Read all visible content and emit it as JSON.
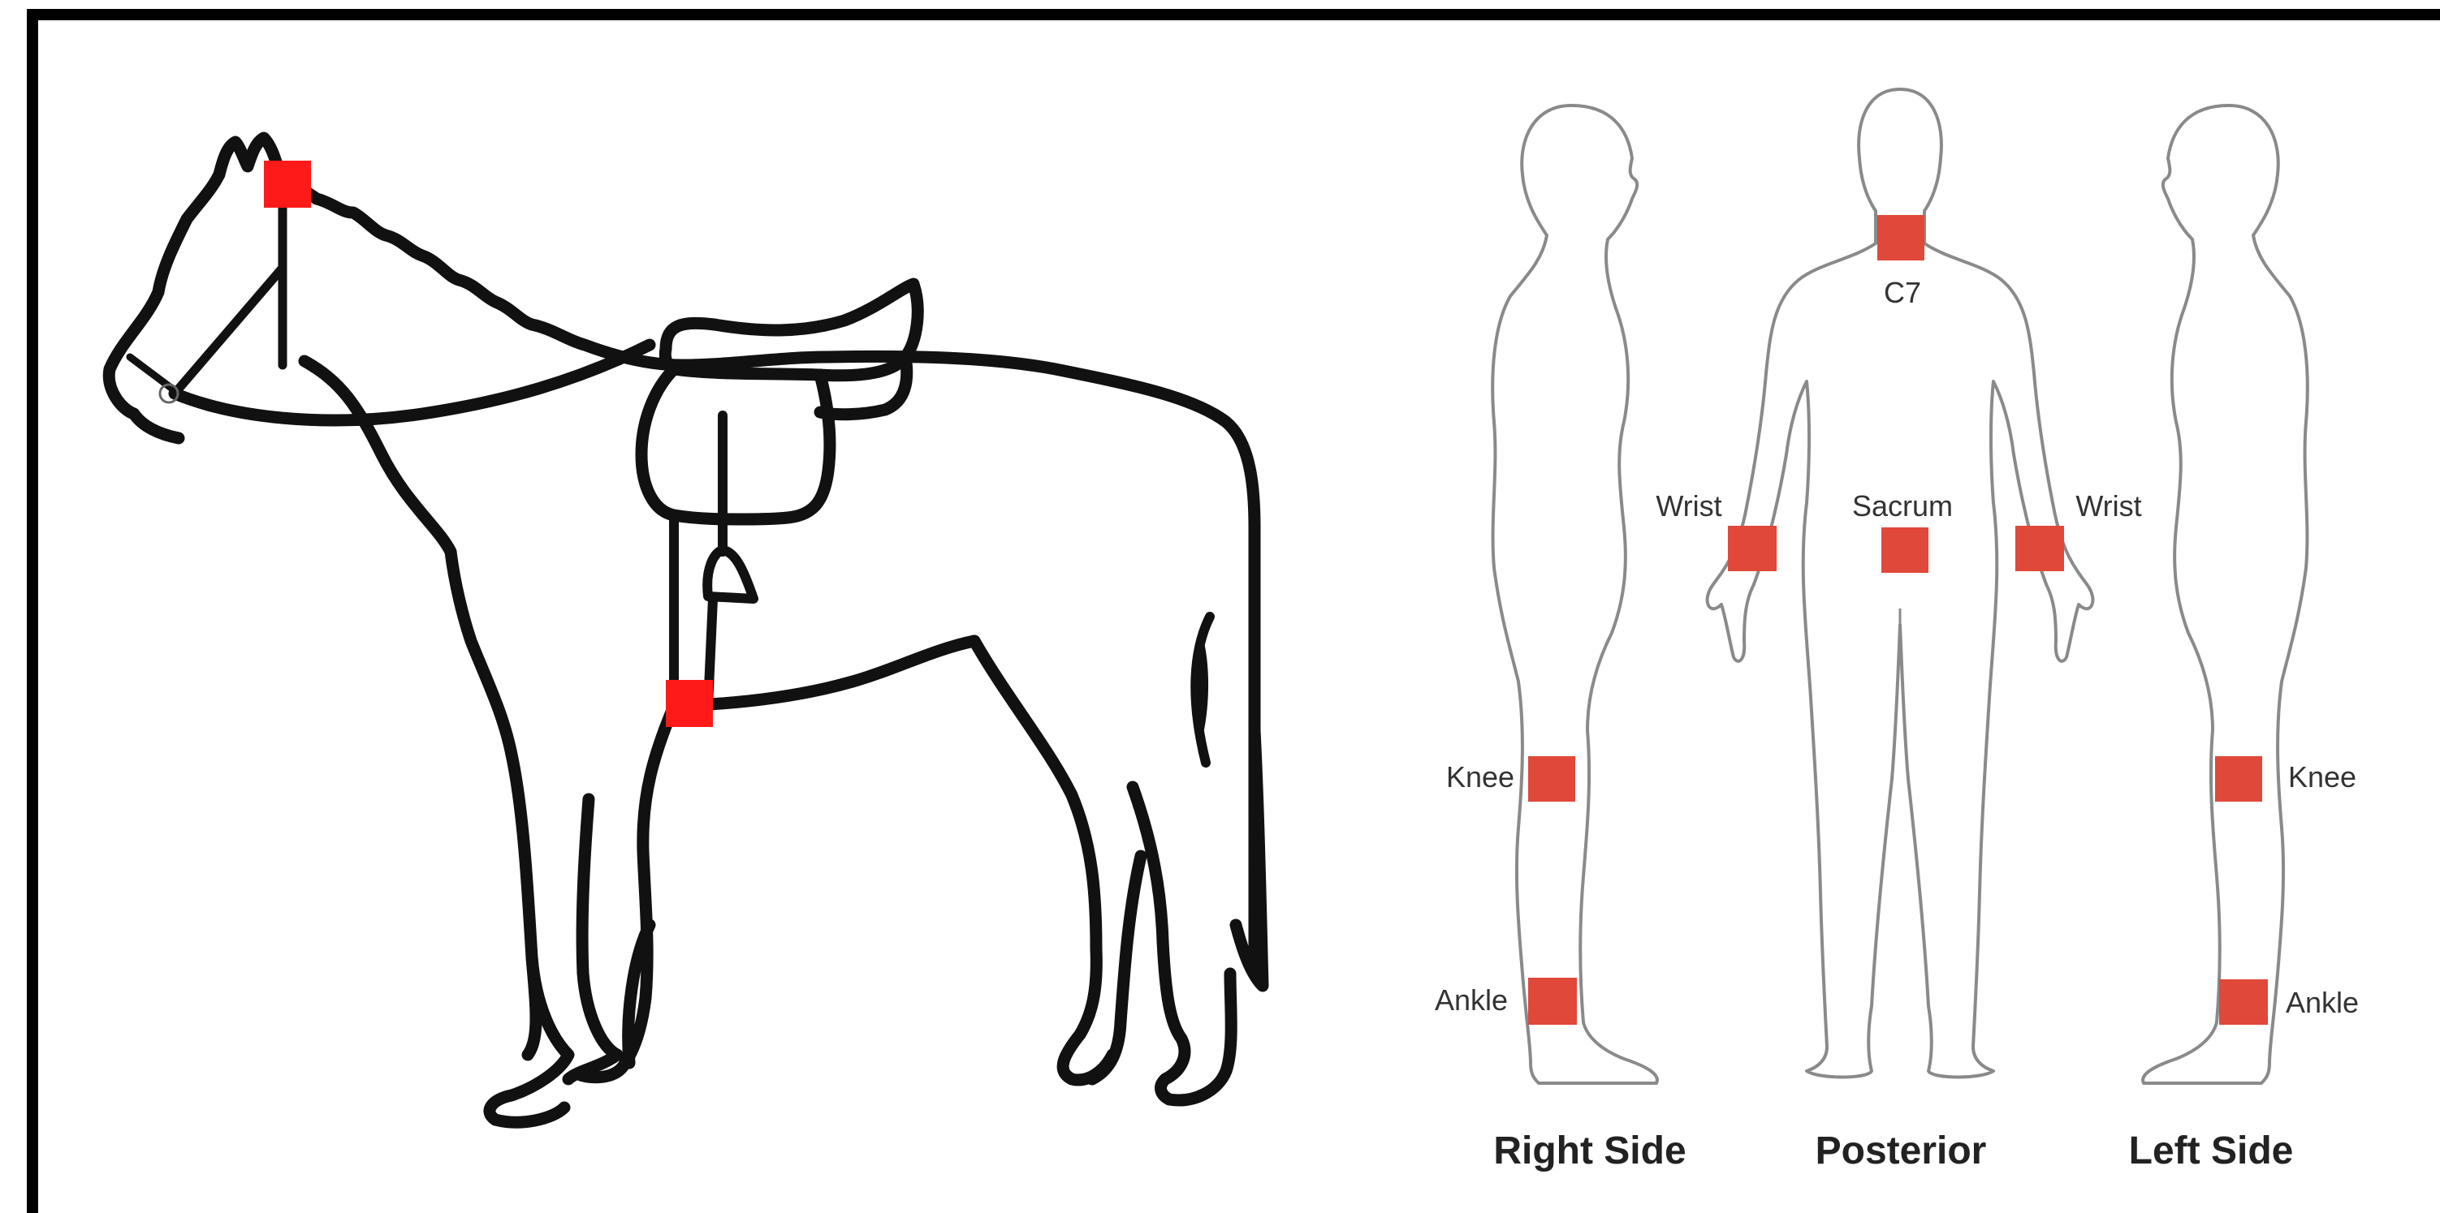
{
  "colors": {
    "marker_horse": "#ff1a1a",
    "marker_human": "#e0483a",
    "outline": "#111111",
    "human_outline": "#8a8a8a",
    "frame": "#000000"
  },
  "horse": {
    "icon": "horse-with-saddle-icon",
    "markers": [
      "poll-marker",
      "girth-marker"
    ]
  },
  "human": {
    "views": [
      {
        "title": "Right Side"
      },
      {
        "title": "Posterior"
      },
      {
        "title": "Left Side"
      }
    ],
    "labels": {
      "c7": "C7",
      "wrist_left": "Wrist",
      "sacrum": "Sacrum",
      "wrist_right": "Wrist",
      "knee_right_side": "Knee",
      "knee_left_side": "Knee",
      "ankle_right_side": "Ankle",
      "ankle_left_side": "Ankle"
    }
  }
}
